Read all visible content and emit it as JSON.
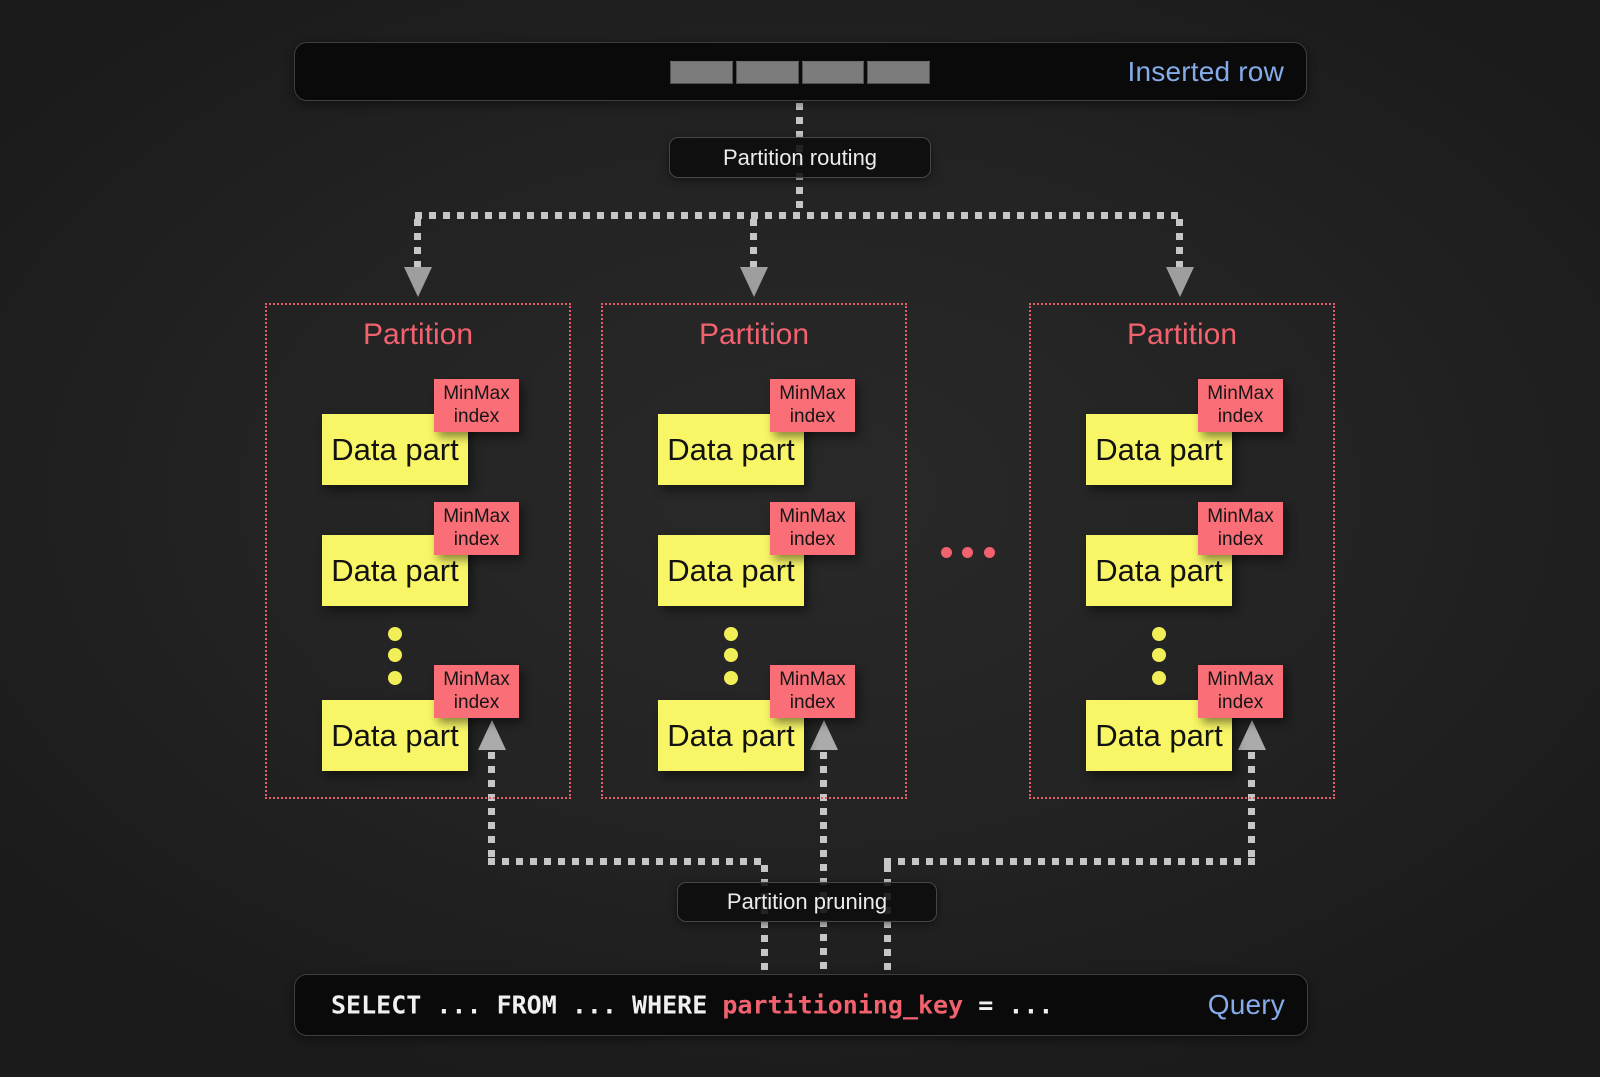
{
  "colors": {
    "background": "#212121",
    "panel_bg": "#0a0a0a",
    "panel_border": "#3f3f3f",
    "accent_blue": "#85abe9",
    "accent_red": "#f2626e",
    "minmax_bg": "#f96e77",
    "datapart_bg": "#f8f666",
    "dash_gray": "#c6c6c6",
    "row_cell_gray": "#7c7c7c"
  },
  "inserted_row": {
    "label": "Inserted row",
    "cell_count": 4
  },
  "routing": {
    "label": "Partition routing"
  },
  "pruning": {
    "label": "Partition pruning"
  },
  "partitions": [
    {
      "title": "Partition",
      "parts": [
        {
          "part_label": "Data part",
          "index_label": "MinMax index"
        },
        {
          "part_label": "Data part",
          "index_label": "MinMax index"
        },
        {
          "part_label": "Data part",
          "index_label": "MinMax index"
        }
      ]
    },
    {
      "title": "Partition",
      "parts": [
        {
          "part_label": "Data part",
          "index_label": "MinMax index"
        },
        {
          "part_label": "Data part",
          "index_label": "MinMax index"
        },
        {
          "part_label": "Data part",
          "index_label": "MinMax index"
        }
      ]
    },
    {
      "title": "Partition",
      "parts": [
        {
          "part_label": "Data part",
          "index_label": "MinMax index"
        },
        {
          "part_label": "Data part",
          "index_label": "MinMax index"
        },
        {
          "part_label": "Data part",
          "index_label": "MinMax index"
        }
      ]
    }
  ],
  "query": {
    "select_text": "SELECT ... FROM ... WHERE ",
    "key_text": "partitioning_key",
    "tail_text": " = ...",
    "label": "Query"
  }
}
